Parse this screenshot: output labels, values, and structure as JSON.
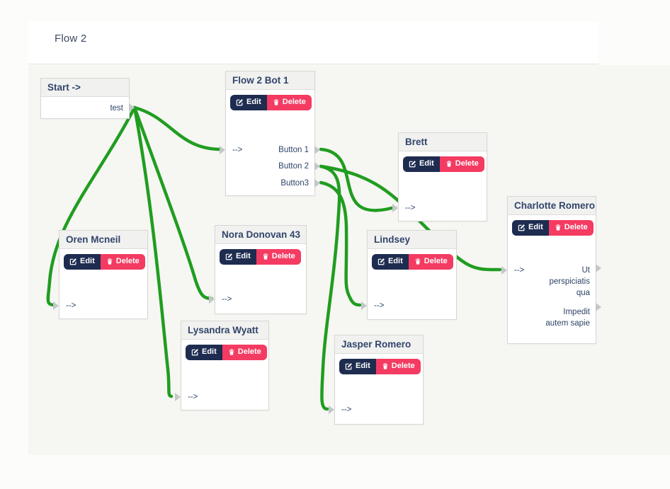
{
  "header": {
    "title": "Flow 2"
  },
  "buttons": {
    "edit": "Edit",
    "delete": "Delete"
  },
  "ports": {
    "input_label": "-->"
  },
  "nodes": {
    "start": {
      "title": "Start ->",
      "output": "test"
    },
    "bot1": {
      "title": "Flow 2 Bot 1",
      "outputs": [
        "Button 1",
        "Button 2",
        "Button3"
      ]
    },
    "brett": {
      "title": "Brett"
    },
    "charlotte": {
      "title": "Charlotte Romero",
      "outputs": [
        "Ut perspiciatis qua",
        "Impedit autem sapie"
      ]
    },
    "oren": {
      "title": "Oren Mcneil"
    },
    "nora": {
      "title": "Nora Donovan 43"
    },
    "lindsey": {
      "title": "Lindsey"
    },
    "lysandra": {
      "title": "Lysandra Wyatt"
    },
    "jasper": {
      "title": "Jasper Romero"
    }
  },
  "connections": [
    {
      "from": "start.test",
      "to": "bot1.input"
    },
    {
      "from": "start.test",
      "to": "oren.input"
    },
    {
      "from": "start.test",
      "to": "nora.input"
    },
    {
      "from": "start.test",
      "to": "lysandra.input"
    },
    {
      "from": "bot1.button1",
      "to": "brett.input"
    },
    {
      "from": "bot1.button2",
      "to": "charlotte.input"
    },
    {
      "from": "bot1.button2",
      "to": "jasper.input"
    },
    {
      "from": "bot1.button3",
      "to": "lindsey.input"
    }
  ],
  "colors": {
    "edge_green": "#209d20",
    "edit_button_bg": "#1e2c50",
    "delete_button_bg": "#f43b62",
    "node_title_text": "#31456b",
    "node_header_bg": "#f1f1f0",
    "node_border": "#d7d7d5",
    "canvas_bg": "#f6f6f3",
    "connector_gray": "#c3c7ca"
  }
}
